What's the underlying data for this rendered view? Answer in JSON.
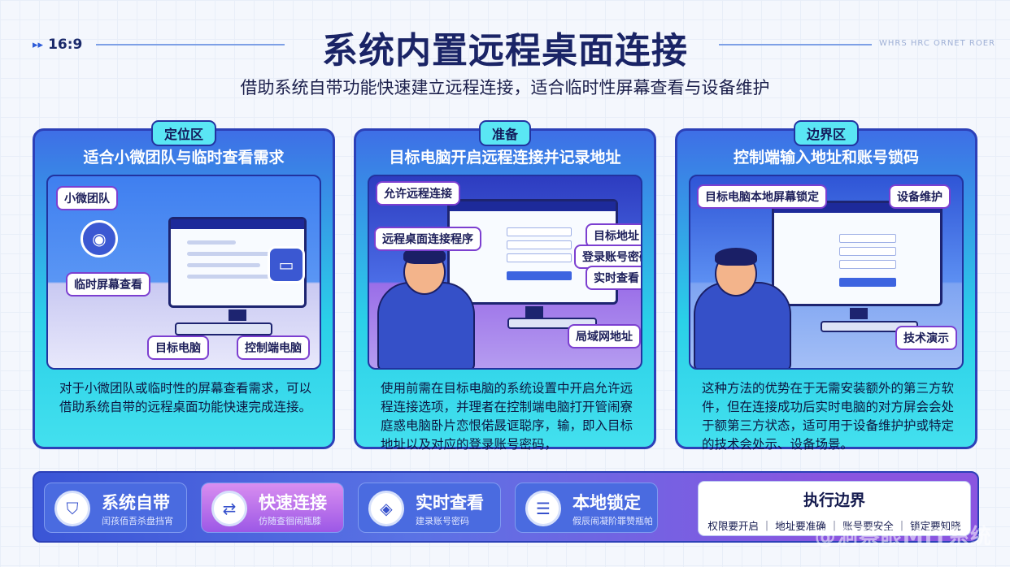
{
  "header": {
    "ratio": "16:9",
    "title": "系统内置远程桌面连接",
    "subtitle": "借助系统自带功能快速建立远程连接，适合临时性屏幕查看与设备维护",
    "right_tag": "WHRS HRC ORNET ROER"
  },
  "cards": [
    {
      "badge": "定位区",
      "title": "适合小微团队与临时查看需求",
      "callouts": [
        "小微团队",
        "临时屏幕查看",
        "目标电脑",
        "控制端电脑"
      ],
      "body": "对于小微团队或临时性的屏幕查看需求，可以借助系统自带的远程桌面功能快速完成连接。"
    },
    {
      "badge": "准备",
      "title": "目标电脑开启远程连接并记录地址",
      "callouts": [
        "允许远程连接",
        "远程桌面连接程序",
        "目标地址",
        "登录账号密码",
        "实时查看",
        "局域网地址"
      ],
      "body": "使用前需在目标电脑的系统设置中开启允许远程连接选项，并理者在控制端电脑打开管闹寮庭惑电脑卧片恋恨偌晸诓聪序，输，即入目标地址以及对应的登录账号密码，"
    },
    {
      "badge": "边界区",
      "title": "控制端输入地址和账号锁码",
      "callouts": [
        "目标电脑本地屏幕锁定",
        "设备维护",
        "技术演示"
      ],
      "body": "这种方法的优势在于无需安装额外的第三方软件，但在连接成功后实时电脑的对方屏会会处于额第三方状态，适可用于设备维护护或特定的技术会处示、设备场景。"
    }
  ],
  "features": [
    {
      "title": "系统自带",
      "sub": "闰孩佰吾杀盘挡宵",
      "icon": "shield-check-icon"
    },
    {
      "title": "快速连接",
      "sub": "仿随查徊闹瓶膝",
      "icon": "connect-icon"
    },
    {
      "title": "实时查看",
      "sub": "建录账号密码",
      "icon": "view-icon"
    },
    {
      "title": "本地锁定",
      "sub": "假辰闹凝阶罪赞瓶帕",
      "icon": "layers-lock-icon"
    }
  ],
  "edge": {
    "title": "执行边界",
    "items": "权限要开启 ｜ 地址要准确 ｜ 账号要安全 ｜ 锁定要知晓"
  },
  "watermark": "@洞察眼MIT系统"
}
